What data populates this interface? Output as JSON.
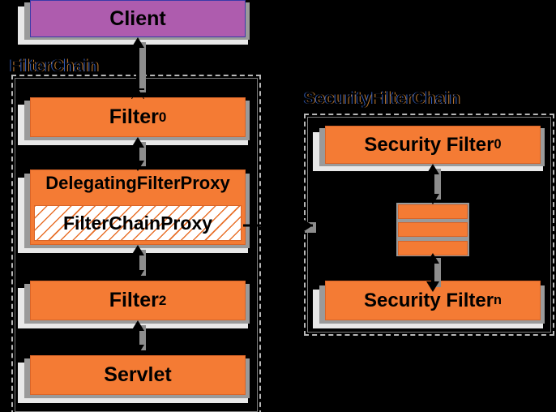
{
  "diagram": {
    "title": "Spring Security FilterChain architecture",
    "colors": {
      "filter_fill": "#F47B34",
      "filter_border": "#D96427",
      "client_fill": "#AE5CAE",
      "client_border": "#3A3AA8",
      "background": "#000000",
      "shadow_dark": "#9A9A9A",
      "shadow_light": "#E8E8E8",
      "dashed_border": "#B8B8B8",
      "hatch_line": "#E8702A"
    }
  },
  "containers": [
    {
      "id": "filter-chain",
      "label": "FilterChain"
    },
    {
      "id": "security-filter-chain",
      "label": "SecurityFilterChain"
    }
  ],
  "nodes": {
    "client": {
      "label": "Client"
    },
    "filter0": {
      "label": "Filter",
      "subscript": "0"
    },
    "delegating_filter_proxy": {
      "label": "DelegatingFilterProxy"
    },
    "filter_chain_proxy": {
      "label": "FilterChainProxy"
    },
    "filter2": {
      "label": "Filter",
      "subscript": "2"
    },
    "servlet": {
      "label": "Servlet"
    },
    "security_filter0": {
      "label": "Security Filter",
      "subscript": "0"
    },
    "security_filter_n": {
      "label": "Security Filter",
      "subscript": "n"
    }
  },
  "mini_bars": [
    {
      "id": "mini-bar-1"
    },
    {
      "id": "mini-bar-2"
    },
    {
      "id": "mini-bar-3"
    }
  ],
  "connectors": [
    {
      "id": "client-to-filter0",
      "kind": "vertical-double",
      "from": "Filter0",
      "to": "Client"
    },
    {
      "id": "filter0-to-dfp",
      "kind": "vertical-double",
      "from": "DelegatingFilterProxy",
      "to": "Filter0"
    },
    {
      "id": "dfp-to-filter2",
      "kind": "vertical-double",
      "from": "Filter2",
      "to": "DelegatingFilterProxy"
    },
    {
      "id": "filter2-to-servlet",
      "kind": "vertical-double",
      "from": "Servlet",
      "to": "Filter2"
    },
    {
      "id": "fcp-to-securitychain",
      "kind": "horizontal-right",
      "from": "FilterChainProxy",
      "to": "SecurityFilterChain"
    },
    {
      "id": "sf0-to-minibars",
      "kind": "vertical-double",
      "from": "mini-bars",
      "to": "Security Filter0"
    },
    {
      "id": "minibars-to-sfn",
      "kind": "vertical-double",
      "from": "Security Filtern",
      "to": "mini-bars"
    }
  ]
}
